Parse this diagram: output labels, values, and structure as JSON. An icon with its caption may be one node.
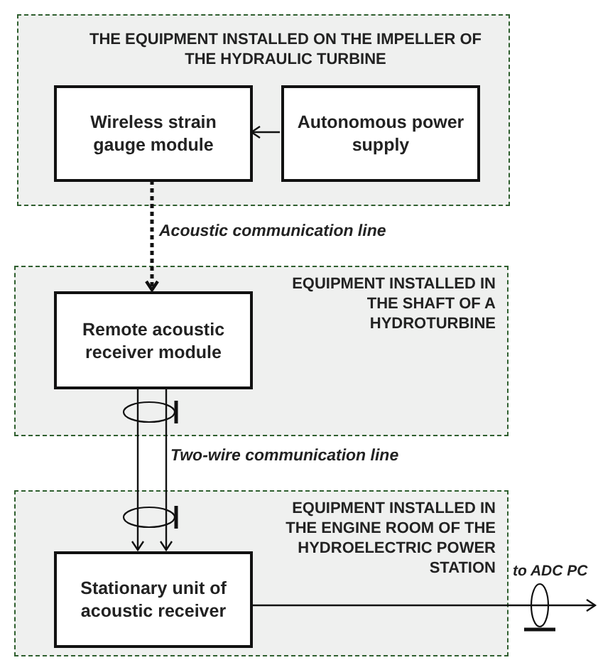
{
  "diagram": {
    "nodes": [
      {
        "text": [
          "THE EQUIPMENT INSTALLED ON THE IMPELLER OF THE HYDRAULIC TURBINE"
        ]
      },
      {
        "text": [
          "Wireless strain gauge module"
        ],
        "in": 0
      },
      {
        "text": [
          "Autonomous power supply"
        ],
        "in": 0
      },
      {
        "text": [
          "EQUIPMENT INSTALLED IN THE SHAFT OF A HYDROTURBINE"
        ]
      },
      {
        "text": [
          "Remote acoustic receiver module"
        ],
        "in": 3
      },
      {
        "text": [
          "EQUIPMENT INSTALLED IN THE ENGINE ROOM OF THE HYDROELECTRIC POWER STATION"
        ]
      },
      {
        "text": [
          "Stationary unit of acoustic receiver"
        ],
        "in": 5
      }
    ],
    "edges": [
      {
        "from": 2,
        "to": 1,
        "arrow": "to"
      },
      {
        "from": 1,
        "to": 4,
        "arrow": "to",
        "style": "dashed",
        "label": "Acoustic communication line"
      },
      {
        "from": 4,
        "to": 6,
        "arrow": "to"
      },
      {
        "from": 4,
        "to": 6,
        "arrow": "to",
        "label": "Two-wire communication line"
      },
      {
        "from": 6,
        "to": null,
        "arrow": "to",
        "label": "to ADC PC"
      }
    ]
  }
}
